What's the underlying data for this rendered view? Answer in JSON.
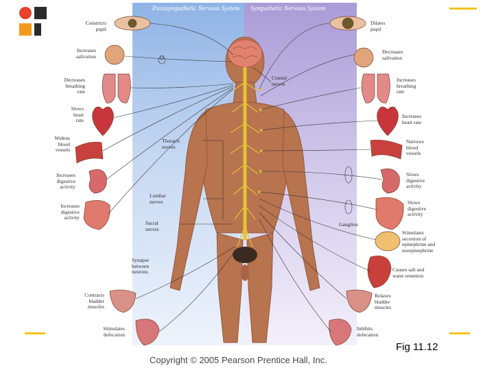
{
  "headers": {
    "parasympathetic": "Parasympathetic Nervous System",
    "sympathetic": "Sympathetic Nervous System"
  },
  "left_labels": [
    {
      "text": "Constricts\npupil"
    },
    {
      "text": "Increases\nsalivation"
    },
    {
      "text": "Decreases\nbreathing\nrate"
    },
    {
      "text": "Slows\nheart\nrate"
    },
    {
      "text": "Widens\nblood\nvessels"
    },
    {
      "text": "Increases\ndigestive\nactivity"
    },
    {
      "text": "Increases\ndigestive\nactivity"
    },
    {
      "text": "Contracts\nbladder\nmuscles"
    },
    {
      "text": "Stimulates\ndefecation"
    }
  ],
  "right_labels": [
    {
      "text": "Dilates\npupil"
    },
    {
      "text": "Decreases\nsalivation"
    },
    {
      "text": "Increases\nbreathing\nrate"
    },
    {
      "text": "Increases\nheart rate"
    },
    {
      "text": "Narrows\nblood\nvessels"
    },
    {
      "text": "Slows\ndigestive\nactivity"
    },
    {
      "text": "Slows\ndigestive\nactivity"
    },
    {
      "text": "Stimulates\nsecretion of\nepinephrine and\nnorepinephrine"
    },
    {
      "text": "Causes salt and\nwater retention"
    },
    {
      "text": "Relaxes\nbladder\nmuscles"
    },
    {
      "text": "Inhibits\ndefecation"
    }
  ],
  "nerve_labels": {
    "cranial": "Cranial\nnerves",
    "thoracic": "Thoracic\nnerves",
    "lumbar": "Lumbar\nnerves",
    "sacral": "Sacral\nnerves",
    "synapse": "Synapse\nbetween\nneurons",
    "ganglion": "Ganglion"
  },
  "figure_caption": "Fig 11.12",
  "copyright": "Copyright © 2005 Pearson Prentice Hall, Inc.",
  "colors": {
    "accent_yellow": "#f2c21b",
    "logo_red": "#e8412c",
    "logo_orange": "#f39a1e",
    "para_panel": "#8fb3e6",
    "symp_panel": "#a99bd6",
    "skin": "#b8734f",
    "nerve": "#e3c532"
  }
}
